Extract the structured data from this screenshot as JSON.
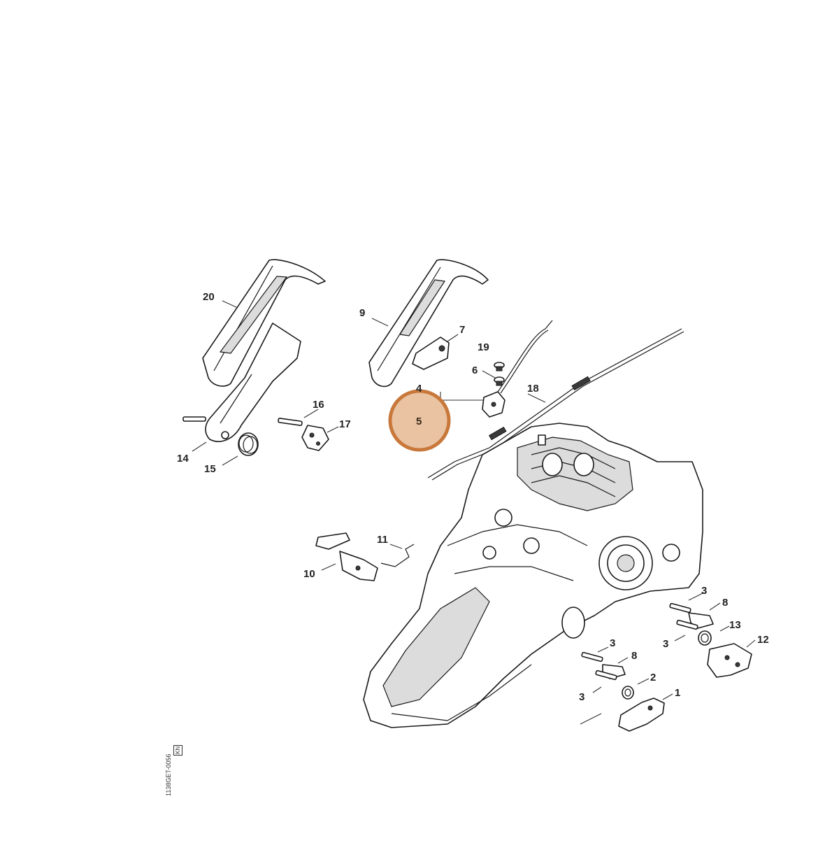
{
  "diagram": {
    "labels": [
      {
        "id": "20",
        "text": "20"
      },
      {
        "id": "9",
        "text": "9"
      },
      {
        "id": "7",
        "text": "7"
      },
      {
        "id": "19",
        "text": "19"
      },
      {
        "id": "6",
        "text": "6"
      },
      {
        "id": "4",
        "text": "4"
      },
      {
        "id": "18",
        "text": "18"
      },
      {
        "id": "16",
        "text": "16"
      },
      {
        "id": "17",
        "text": "17"
      },
      {
        "id": "14",
        "text": "14"
      },
      {
        "id": "15",
        "text": "15"
      },
      {
        "id": "11",
        "text": "11"
      },
      {
        "id": "10",
        "text": "10"
      },
      {
        "id": "3a",
        "text": "3"
      },
      {
        "id": "8a",
        "text": "8"
      },
      {
        "id": "13",
        "text": "13"
      },
      {
        "id": "3b",
        "text": "3"
      },
      {
        "id": "12",
        "text": "12"
      },
      {
        "id": "3c",
        "text": "3"
      },
      {
        "id": "8b",
        "text": "8"
      },
      {
        "id": "2",
        "text": "2"
      },
      {
        "id": "3d",
        "text": "3"
      },
      {
        "id": "1",
        "text": "1"
      }
    ],
    "highlight": {
      "text": "5",
      "color": "#e9c3a2",
      "ring_color": "#c8783a"
    },
    "drawing_code": "1138GET-0056",
    "drawing_code_box": "KN"
  }
}
